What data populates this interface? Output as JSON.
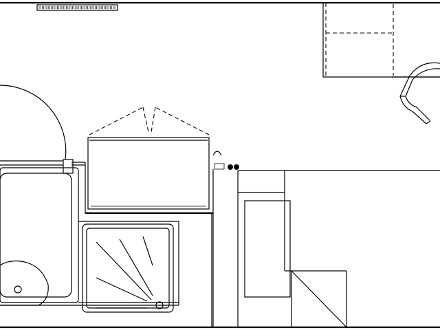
{
  "drawing": {
    "type": "architectural floor plan (line drawing)",
    "line_color": "#000000",
    "background": "#ffffff",
    "visible_text": []
  },
  "fixtures": [
    {
      "name": "radiator-vent",
      "icon": "radiator-icon"
    },
    {
      "name": "door-swing-left",
      "icon": "door-swing-icon"
    },
    {
      "name": "bathtub",
      "icon": "bathtub-icon"
    },
    {
      "name": "toilet",
      "icon": "toilet-icon"
    },
    {
      "name": "shower-tray",
      "icon": "shower-icon"
    },
    {
      "name": "vanity-cabinet",
      "icon": "cabinet-icon"
    },
    {
      "name": "desk",
      "icon": "desk-icon"
    },
    {
      "name": "office-chair",
      "icon": "chair-icon"
    },
    {
      "name": "bed",
      "icon": "bed-icon"
    },
    {
      "name": "nightstand",
      "icon": "nightstand-icon"
    },
    {
      "name": "floor-outlet",
      "icon": "outlet-icon"
    }
  ]
}
